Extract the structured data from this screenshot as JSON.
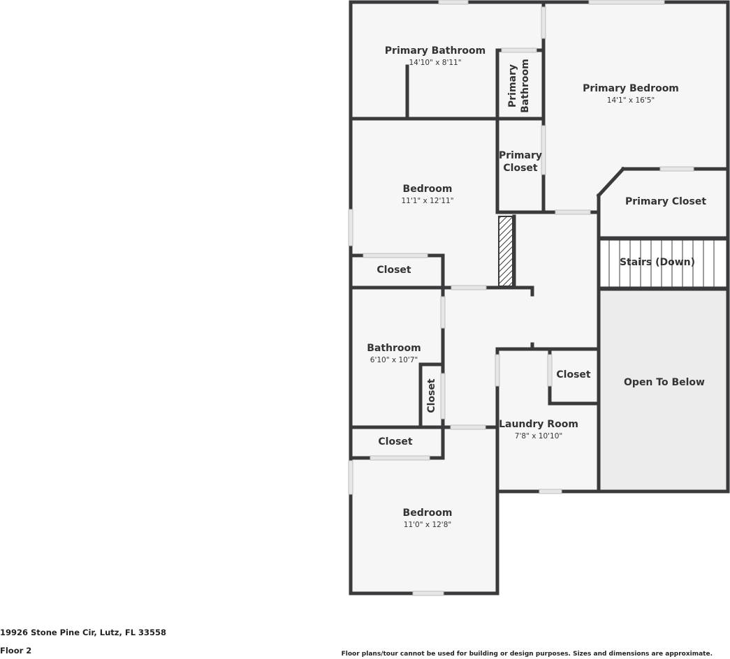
{
  "colors": {
    "wall": "#3a3a3c",
    "floor": "#f6f6f6",
    "open_to_below": "#ececec",
    "window": "#e6e6e6",
    "text": "#333333"
  },
  "rooms": {
    "primary_bathroom": {
      "name": "Primary Bathroom",
      "dims": "14'10\" x 8'11\""
    },
    "primary_bathroom_small": {
      "name_line1": "Primary",
      "name_line2": "Bathroom"
    },
    "primary_bedroom": {
      "name": "Primary Bedroom",
      "dims": "14'1\" x 16'5\""
    },
    "primary_closet_a": {
      "name_line1": "Primary",
      "name_line2": "Closet"
    },
    "primary_closet_b": {
      "name": "Primary Closet"
    },
    "bedroom_1": {
      "name": "Bedroom",
      "dims": "11'1\" x 12'11\""
    },
    "closet_1": {
      "name": "Closet"
    },
    "stairs": {
      "name": "Stairs (Down)"
    },
    "bathroom": {
      "name": "Bathroom",
      "dims": "6'10\" x 10'7\""
    },
    "closet_2": {
      "name": "Closet"
    },
    "closet_3": {
      "name": "Closet"
    },
    "open_to_below": {
      "name": "Open To Below"
    },
    "closet_4": {
      "name": "Closet"
    },
    "laundry_room": {
      "name": "Laundry Room",
      "dims": "7'8\" x 10'10\""
    },
    "bedroom_2": {
      "name": "Bedroom",
      "dims": "11'0\" x 12'8\""
    }
  },
  "footer": {
    "address": "19926 Stone Pine Cir, Lutz, FL 33558",
    "floor": "Floor 2",
    "disclaimer": "Floor plans/tour cannot be used for building or design purposes. Sizes and dimensions are approximate."
  }
}
